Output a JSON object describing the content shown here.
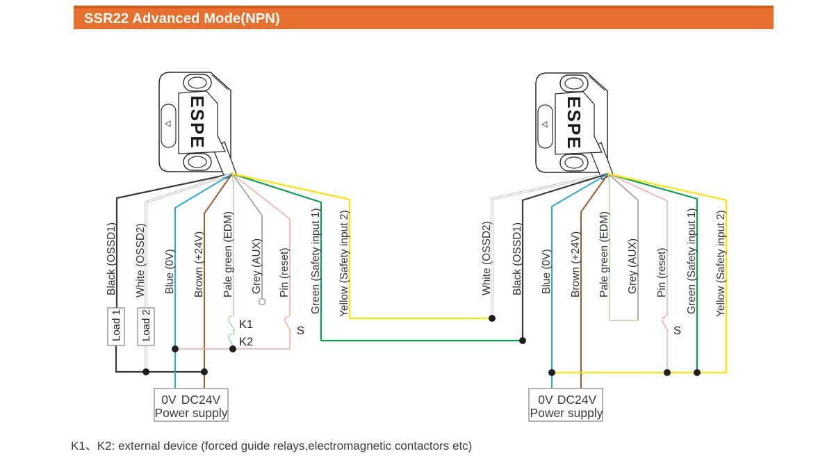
{
  "header": {
    "title": "SSR22 Advanced Mode(NPN)"
  },
  "colors": {
    "header_bar": "#e8702e",
    "header_bar_top": "#d2601c",
    "black": "#383838",
    "white_outline": "#b5b5b5",
    "white_core": "#ffffff",
    "blue": "#29abe2",
    "brown": "#a05a28",
    "pale_green": "#abd7ab",
    "grey": "#a3a3a3",
    "pink": "#f5b6b6",
    "green": "#00a551",
    "yellow": "#ffe400",
    "junction_dot": "#1e1e1e",
    "box_border": "#999999",
    "label_text": "#333333"
  },
  "device_left": {
    "brand": "ESPE"
  },
  "device_right": {
    "brand": "ESPE"
  },
  "left": {
    "wires": [
      {
        "label": "Black (OSSD1)"
      },
      {
        "label": "White (OSSD2)"
      },
      {
        "label": "Blue (0V)"
      },
      {
        "label": "Brown (+24V)"
      },
      {
        "label": "Pale green (EDM)"
      },
      {
        "label": "Grey (AUX)"
      },
      {
        "label": "Pin (reset)"
      },
      {
        "label": "Green (Safety input 1)"
      },
      {
        "label": "Yellow (Safety input 2)"
      }
    ],
    "load1": "Load 1",
    "load2": "Load 2",
    "k1": "K1",
    "k2": "K2",
    "switch": "S",
    "power": {
      "v0": "0V",
      "v24": "DC24V",
      "caption": "Power supply"
    }
  },
  "right": {
    "wires": [
      {
        "label": "White (OSSD2)"
      },
      {
        "label": "Black (OSSD1)"
      },
      {
        "label": "Blue (0V)"
      },
      {
        "label": "Brown (+24V)"
      },
      {
        "label": "Pale green (EDM)"
      },
      {
        "label": "Grey (AUX)"
      },
      {
        "label": "Pin (reset)"
      },
      {
        "label": "Green (Safety input 1)"
      },
      {
        "label": "Yellow (Safety input 2)"
      }
    ],
    "switch": "S",
    "power": {
      "v0": "0V",
      "v24": "DC24V",
      "caption": "Power supply"
    }
  },
  "footnote": "K1、K2: external device (forced guide relays,electromagnetic contactors etc)"
}
